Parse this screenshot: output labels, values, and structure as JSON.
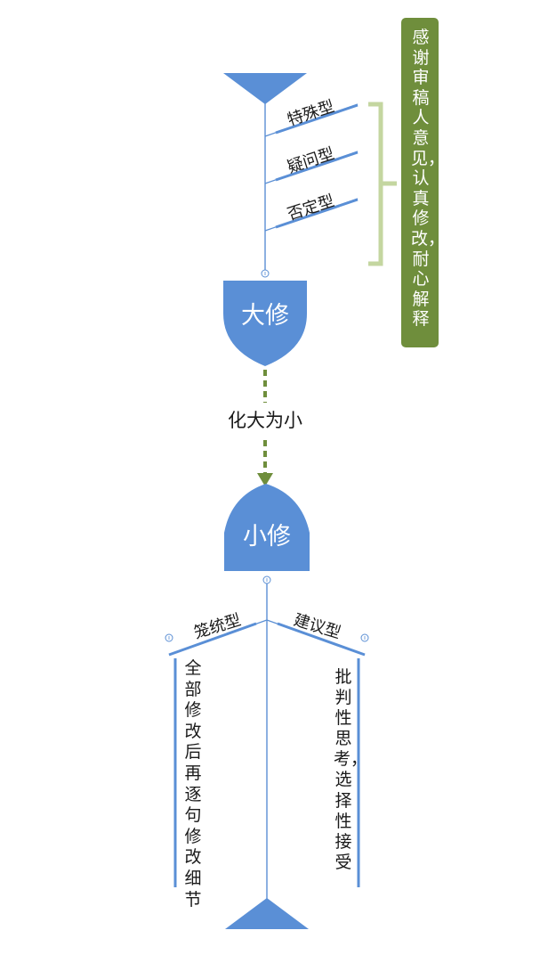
{
  "top_types": [
    "特殊型",
    "疑问型",
    "否定型"
  ],
  "side_note": "感谢审稿人意见，认真修改，耐心解释",
  "major_revision": "大修",
  "transition": "化大为小",
  "minor_revision": "小修",
  "left_branch": {
    "label": "笼统型",
    "note": "全部修改后再逐句修改细节"
  },
  "right_branch": {
    "label": "建议型",
    "note": "批判性思考，选择性接受"
  },
  "colors": {
    "blue": "#5a8fd6",
    "line_blue": "#5b8fd4",
    "bracket_green": "#c4d6a0",
    "note_green": "#6f8e3c",
    "dash_green": "#6f8e3c",
    "text": "#1a1a1a"
  }
}
